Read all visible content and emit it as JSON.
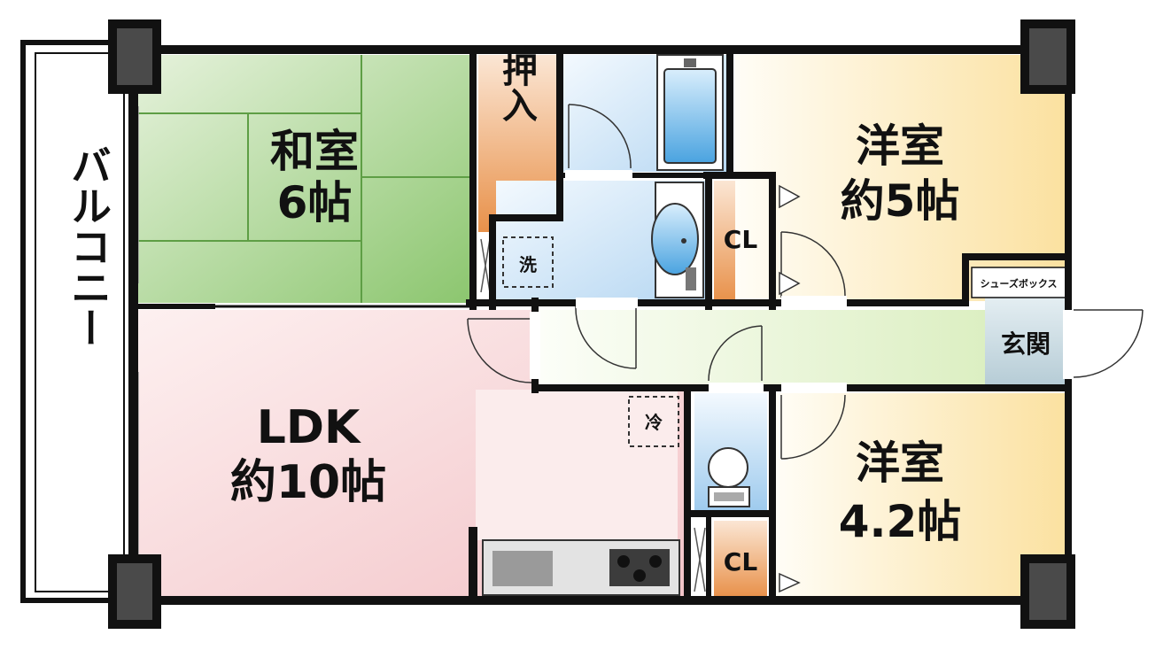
{
  "balcony": {
    "label": "バルコニー"
  },
  "rooms": {
    "washitsu": {
      "name": "和室",
      "size": "6帖"
    },
    "oshiire": {
      "name": "押入"
    },
    "yoshitsu_top": {
      "name": "洋室",
      "size": "約5帖"
    },
    "yoshitsu_bottom": {
      "name": "洋室",
      "size": "4.2帖"
    },
    "ldk": {
      "name": "LDK",
      "size": "約10帖"
    },
    "closet_top": {
      "name": "CL"
    },
    "closet_bottom": {
      "name": "CL"
    },
    "genkan": {
      "name": "玄関"
    },
    "shoe_box": {
      "name": "シューズボックス"
    }
  },
  "fixtures": {
    "washer": "洗",
    "fridge": "冷"
  },
  "colors": {
    "wall": "#111111",
    "washitsu": "#8cc66f",
    "oshiire": "#e8914a",
    "bath": "#bcdcf4",
    "yoshitsu": "#fbe9b4",
    "ldk": "#f5c9cc",
    "corridor": "#e5f2cf",
    "genkan": "#c9dde6",
    "pillar": "#4a4a4a"
  }
}
